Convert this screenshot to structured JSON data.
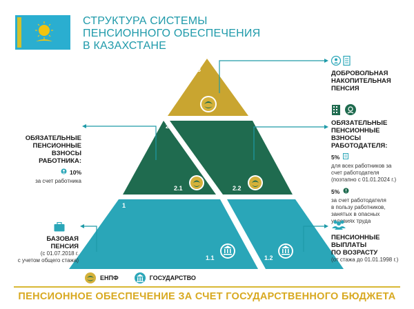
{
  "title": {
    "line1": "СТРУКТУРА СИСТЕМЫ",
    "line2": "ПЕНСИОННОГО ОБЕСПЕЧЕНИЯ",
    "line3": "В КАЗАХСТАНЕ"
  },
  "colors": {
    "gold": "#c9a530",
    "dark_green": "#1f6b4f",
    "teal": "#2aa6b8",
    "flag_blue": "#2aaed0",
    "flag_gold": "#f1c40f",
    "footer_gold": "#d8a921"
  },
  "levels": {
    "l3": "3",
    "l2": "2",
    "l21": "2.1",
    "l22": "2.2",
    "l1": "1",
    "l11": "1.1",
    "l12": "1.2"
  },
  "right3": {
    "line1": "ДОБРОВОЛЬНАЯ",
    "line2": "НАКОПИТЕЛЬНАЯ",
    "line3": "ПЕНСИЯ"
  },
  "right22": {
    "line1": "ОБЯЗАТЕЛЬНЫЕ",
    "line2": "ПЕНСИОННЫЕ",
    "line3": "ВЗНОСЫ",
    "line4": "РАБОТОДАТЕЛЯ:",
    "pct1": "5%",
    "desc1a": "для всех работников за",
    "desc1b": "счет работодателя",
    "desc1c": "(поэтапно с 01.01.2024 г.)",
    "pct2": "5%",
    "desc2a": "за счет работодателя",
    "desc2b": "в пользу работников,",
    "desc2c": "занятых в опасных",
    "desc2d": "условиях труда"
  },
  "left21": {
    "line1": "ОБЯЗАТЕЛЬНЫЕ",
    "line2": "ПЕНСИОННЫЕ",
    "line3": "ВЗНОСЫ",
    "line4": "РАБОТНИКА:",
    "pct": "10%",
    "desc": "за счет работника"
  },
  "left11": {
    "line1": "БАЗОВАЯ",
    "line2": "ПЕНСИЯ",
    "desc1": "(с 01.07.2018 г.",
    "desc2": "с учетом общего стажа)"
  },
  "right12": {
    "line1": "ПЕНСИОННЫЕ",
    "line2": "ВЫПЛАТЫ",
    "line3": "ПО ВОЗРАСТУ",
    "desc": "(от стажа до 01.01.1998 г.)"
  },
  "legend": {
    "enpf": "ЕНПФ",
    "state": "ГОСУДАРСТВО"
  },
  "footer": "ПЕНСИОННОЕ ОБЕСПЕЧЕНИЕ ЗА СЧЕТ ГОСУДАРСТВЕННОГО БЮДЖЕТА"
}
